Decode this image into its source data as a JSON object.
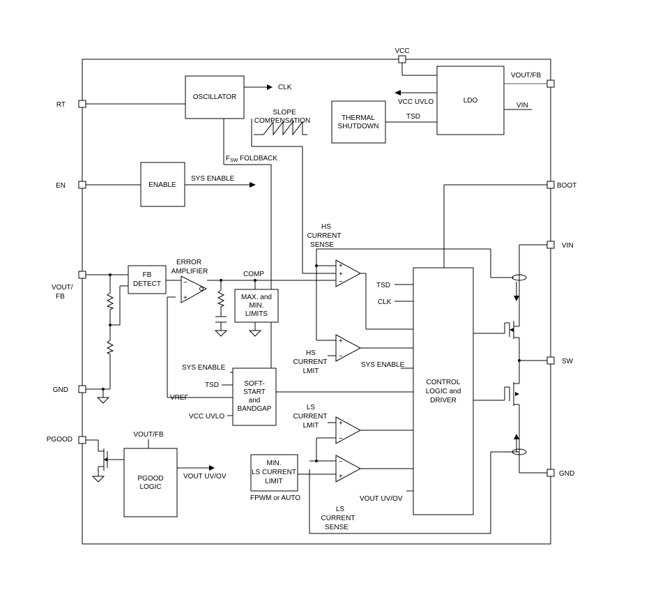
{
  "pins": {
    "vcc": "VCC",
    "rt": "RT",
    "en": "EN",
    "vout_fb": [
      "VOUT/",
      "FB"
    ],
    "gnd_left": "GND",
    "pgood": "PGOOD",
    "vout_fb_right": "VOUT/FB",
    "boot": "BOOT",
    "vin": "VIN",
    "sw": "SW",
    "gnd_right": "GND"
  },
  "blocks": {
    "oscillator": "OSCILLATOR",
    "ldo": "LDO",
    "thermal_shutdown": [
      "THERMAL",
      "SHUTDOWN"
    ],
    "enable": "ENABLE",
    "fb_detect": [
      "FB",
      "DETECT"
    ],
    "max_min_limits": [
      "MAX. and",
      "MIN.",
      "LIMITS"
    ],
    "soft_start": [
      "SOFT-",
      "START",
      "and",
      "BANDGAP"
    ],
    "control_logic": [
      "CONTROL",
      "LOGIC and",
      "DRIVER"
    ],
    "min_ls_current_limit": [
      "MIN.",
      "LS CURRENT",
      "LIMIT"
    ],
    "pgood_logic": [
      "PGOOD",
      "LOGIC"
    ]
  },
  "labels": {
    "clk": "CLK",
    "slope_compensation": [
      "SLOPE",
      "COMPENSATION"
    ],
    "vcc_uvlo": "VCC UVLO",
    "tsd": "TSD",
    "vin_ldo": "VIN",
    "fsw_foldback_sub": "SW",
    "fsw_foldback_pre": "F",
    "fsw_foldback_post": " FOLDBACK",
    "sys_enable": "SYS ENABLE",
    "hs_current_sense": [
      "HS",
      "CURRENT",
      "SENSE"
    ],
    "error_amplifier": [
      "ERROR",
      "AMPLIFIER"
    ],
    "comp": "COMP",
    "tsd_ctrl": "TSD",
    "clk_ctrl": "CLK",
    "hs_current_limit": [
      "HS",
      "CURRENT",
      "LMIT"
    ],
    "sys_enable_ctrl": "SYS ENABLE",
    "sys_enable_ss": "SYS ENABLE",
    "tsd_ss": "TSD",
    "vref": "VREF",
    "vcc_uvlo_ss": "VCC UVLO",
    "ls_current_limit": [
      "LS",
      "CURRENT",
      "LMIT"
    ],
    "vout_fb_pgood": "VOUT/FB",
    "vout_uv_ov": "VOUT UV/OV",
    "fpwm_or_auto": "FPWM or AUTO",
    "vout_uv_ov_ctrl": "VOUT UV/OV",
    "ls_current_sense": [
      "LS",
      "CURRENT",
      "SENSE"
    ]
  }
}
